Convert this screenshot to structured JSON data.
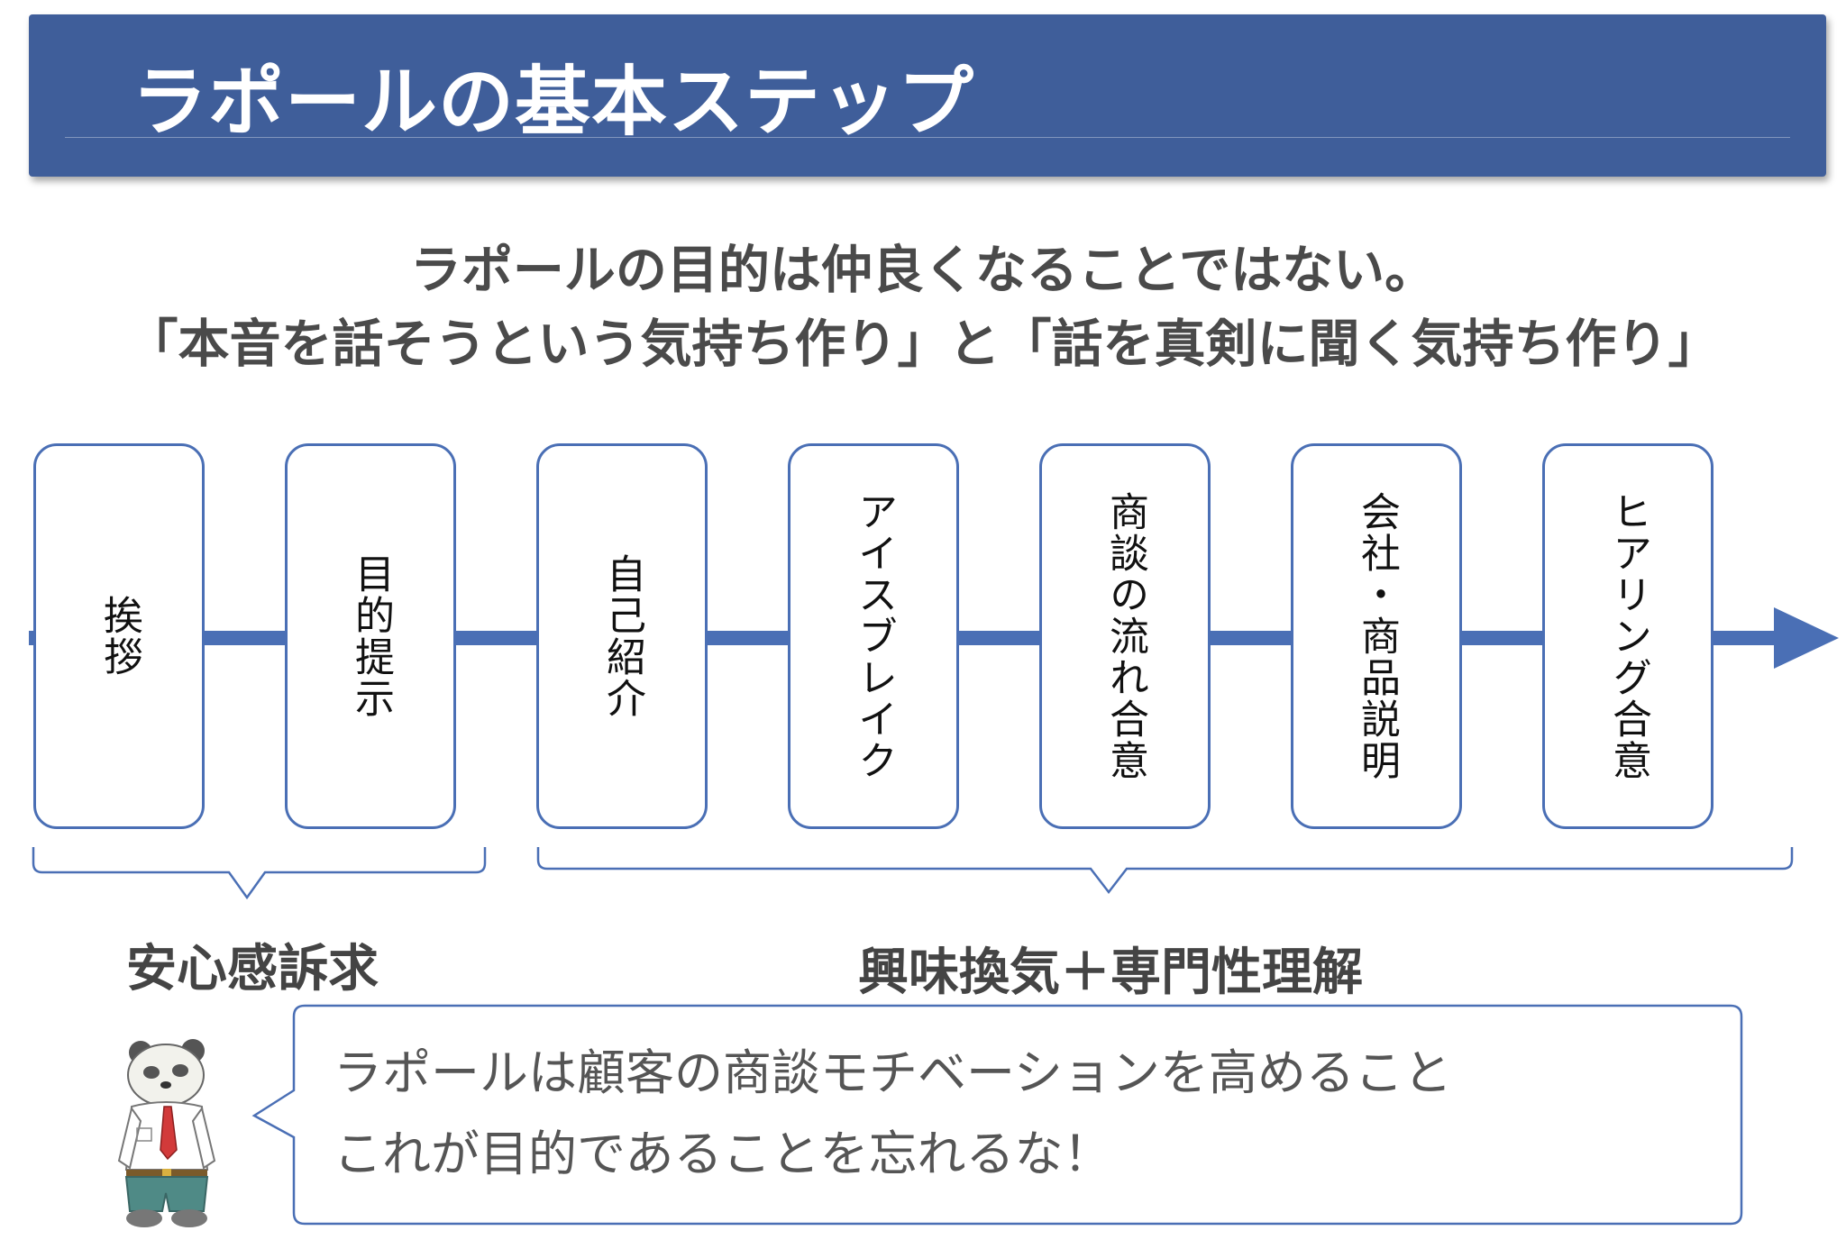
{
  "header": {
    "title": "ラポールの基本ステップ"
  },
  "subtitle": {
    "line1": "ラポールの目的は仲良くなることではない。",
    "line2": "「本音を話そうという気持ち作り」と「話を真剣に聞く気持ち作り」"
  },
  "steps": [
    {
      "label": "挨拶"
    },
    {
      "label": "目的提示"
    },
    {
      "label": "自己紹介"
    },
    {
      "label": "アイスブレイク"
    },
    {
      "label": "商談の流れ合意"
    },
    {
      "label": "会社・商品説明"
    },
    {
      "label": "ヒアリング合意"
    }
  ],
  "groups": [
    {
      "label": "安心感訴求"
    },
    {
      "label": "興味換気＋専門性理解"
    }
  ],
  "speech": {
    "line1": "ラポールは顧客の商談モチベーションを高めること",
    "line2": "これが目的であることを忘れるな！"
  },
  "colors": {
    "header_bg": "#3f5e9a",
    "accent_blue": "#4a6fb5",
    "text_dark": "#4a4a4a"
  }
}
